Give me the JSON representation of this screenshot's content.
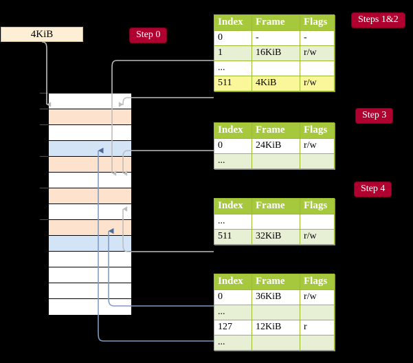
{
  "diagram": {
    "title_absent": true,
    "background": "#000000",
    "accent_green": "#A6C83C",
    "accent_red": "#B00030",
    "highlight_yellow": "#FAF79A",
    "orange_block": "#FDE3CE",
    "blue_block": "#D4E4F7"
  },
  "source": {
    "label": "4KiB"
  },
  "steps": {
    "steps_1_2": "Steps 1&2",
    "step_0": "Step 0",
    "step_3": "Step 3",
    "step_4": "Step 4"
  },
  "columns": [
    "Index",
    "Frame",
    "Flags"
  ],
  "tables": [
    {
      "id": "level4",
      "rows": [
        {
          "index": "0",
          "frame": "-",
          "flags": "-",
          "alt": false,
          "highlight": false
        },
        {
          "index": "1",
          "frame": "16KiB",
          "flags": "r/w",
          "alt": true,
          "highlight": false
        },
        {
          "index": "...",
          "frame": "",
          "flags": "",
          "alt": false,
          "highlight": false
        },
        {
          "index": "511",
          "frame": "4KiB",
          "flags": "r/w",
          "alt": true,
          "highlight": true
        }
      ]
    },
    {
      "id": "level3",
      "rows": [
        {
          "index": "0",
          "frame": "24KiB",
          "flags": "r/w",
          "alt": false,
          "highlight": false
        },
        {
          "index": "...",
          "frame": "",
          "flags": "",
          "alt": true,
          "highlight": false
        }
      ]
    },
    {
      "id": "level2",
      "rows": [
        {
          "index": "...",
          "frame": "",
          "flags": "",
          "alt": false,
          "highlight": false
        },
        {
          "index": "511",
          "frame": "32KiB",
          "flags": "r/w",
          "alt": true,
          "highlight": false
        }
      ]
    },
    {
      "id": "level1",
      "rows": [
        {
          "index": "0",
          "frame": "36KiB",
          "flags": "r/w",
          "alt": false,
          "highlight": false
        },
        {
          "index": "...",
          "frame": "",
          "flags": "",
          "alt": true,
          "highlight": false
        },
        {
          "index": "127",
          "frame": "12KiB",
          "flags": "r",
          "alt": false,
          "highlight": false
        },
        {
          "index": "...",
          "frame": "",
          "flags": "",
          "alt": true,
          "highlight": false
        }
      ]
    }
  ],
  "memory_column": {
    "rows": [
      {
        "fill": "white",
        "tick": true
      },
      {
        "fill": "orange",
        "tick": true
      },
      {
        "fill": "white",
        "tick": true
      },
      {
        "fill": "blue",
        "tick": false
      },
      {
        "fill": "orange",
        "tick": true
      },
      {
        "fill": "white",
        "tick": false
      },
      {
        "fill": "orange",
        "tick": true
      },
      {
        "fill": "white",
        "tick": false
      },
      {
        "fill": "orange",
        "tick": true
      },
      {
        "fill": "blue",
        "tick": false
      },
      {
        "fill": "white",
        "tick": false
      },
      {
        "fill": "white",
        "tick": false
      },
      {
        "fill": "white",
        "tick": false
      },
      {
        "fill": "white",
        "tick": false
      }
    ]
  }
}
